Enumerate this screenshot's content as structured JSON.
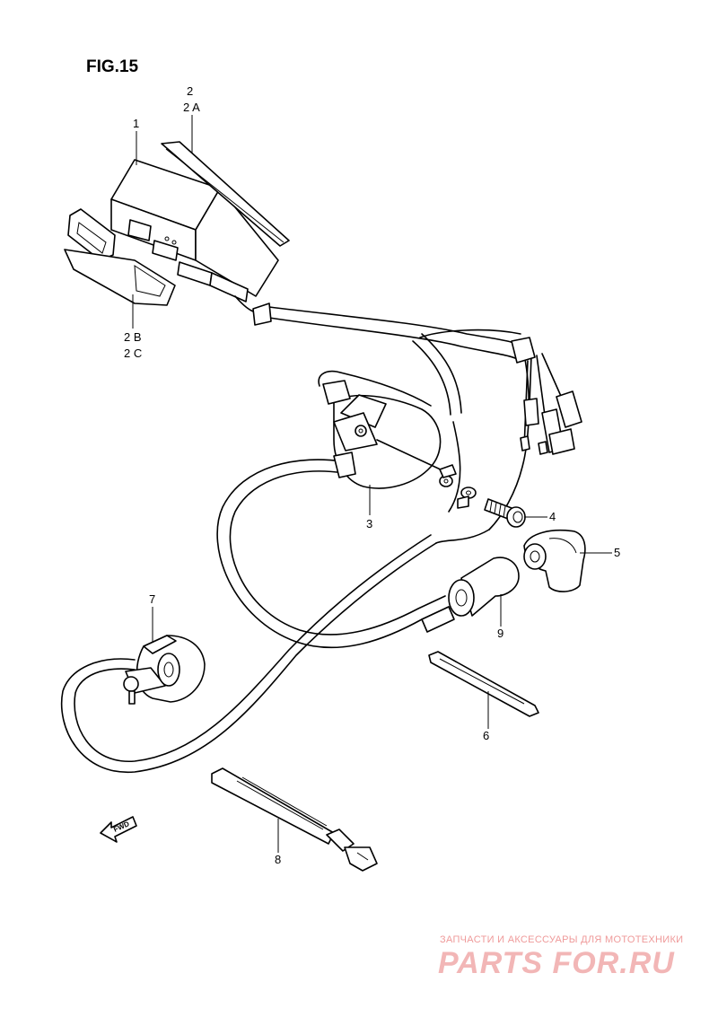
{
  "figure": {
    "title": "FIG.15"
  },
  "labels": {
    "p1": "1",
    "p2": "2",
    "p2a": "2 A",
    "p2b": "2 B",
    "p2c": "2 C",
    "p3": "3",
    "p4": "4",
    "p5": "5",
    "p6": "6",
    "p7": "7",
    "p8": "8",
    "p9": "9"
  },
  "fwd_label": "FWD",
  "watermark": {
    "tagline": "ЗАПЧАСТИ И АКСЕССУАРЫ ДЛЯ МОТОТЕХНИКИ",
    "logo": "PARTS FOR.RU"
  },
  "colors": {
    "line": "#000000",
    "background": "#ffffff",
    "watermark": "#f2b6b6"
  }
}
